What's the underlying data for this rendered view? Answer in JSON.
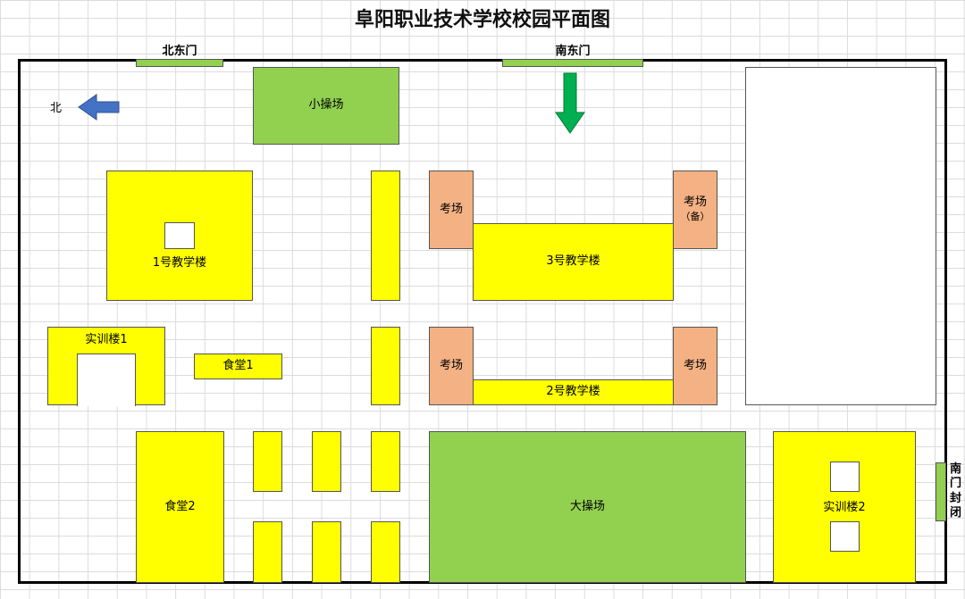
{
  "title": "阜阳职业技术学校校园平面图",
  "gates": {
    "northeast": "北东门",
    "southeast": "南东门",
    "south_closed": "南门封闭"
  },
  "compass": {
    "north": "北"
  },
  "buildings": {
    "small_field": "小操场",
    "big_field": "大操场",
    "building1": "1号教学楼",
    "building2": "2号教学楼",
    "building3": "3号教学楼",
    "training1": "实训楼1",
    "training2": "实训楼2",
    "canteen1": "食堂1",
    "canteen2": "食堂2",
    "exam_tl": "考场",
    "exam_bl": "考场",
    "exam_br": "考场",
    "exam_tr": "考场",
    "exam_tr_note": "（备）"
  },
  "colors": {
    "field": "#92d050",
    "building": "#ffff00",
    "exam": "#f4b183",
    "arrow_north": "#4472c4",
    "arrow_entry": "#00b050"
  }
}
